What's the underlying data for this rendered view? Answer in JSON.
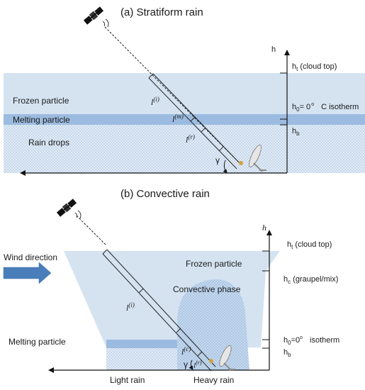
{
  "panel_a": {
    "title": "(a) Stratiform rain",
    "h_axis": "h",
    "ht": "h",
    "ht_sub": "t",
    "ht_desc": " (cloud top)",
    "h0": "h",
    "h0_sub": "0",
    "h0_eq": "= 0",
    "h0_deg": "o",
    "h0_desc": "C isotherm",
    "hb": "h",
    "hb_sub": "b",
    "frozen": "Frozen particle",
    "melting": "Melting particle",
    "rain": "Rain drops",
    "l_i": "l",
    "l_i_sup": "(i)",
    "l_m": "l",
    "l_m_sup": "(m)",
    "l_r": "l",
    "l_r_sup": "(r)",
    "gamma": "γ"
  },
  "panel_b": {
    "title": "(b) Convective rain",
    "h_axis": "h",
    "ht": "h",
    "ht_sub": "t",
    "ht_desc": " (cloud top)",
    "hc": "h",
    "hc_sub": "c",
    "hc_desc": " (graupel/mix)",
    "h0": "h",
    "h0_sub": "0",
    "h0_eq": "=0",
    "h0_deg": "o",
    "h0_desc": "isotherm",
    "hb": "h",
    "hb_sub": "b",
    "wind": "Wind direction",
    "frozen": "Frozen particle",
    "convective": "Convective phase",
    "melting": "Melting particle",
    "light_rain": "Light rain",
    "heavy_rain": "Heavy rain",
    "l_i": "l",
    "l_i_sup": "(i)",
    "l_c": "l",
    "l_c_sup": "(c)",
    "l_r": "l",
    "l_r_sup": "(r)",
    "gamma": "γ"
  },
  "colors": {
    "frozen_layer": "#d5e3f1",
    "melting_layer": "#9cbbe0",
    "rain_dots": "#8eb2d8",
    "convective_core": "#bfd4ea",
    "wind_arrow": "#4a7ebb",
    "axis": "#111111"
  },
  "icons": {
    "satellite": "satellite-icon",
    "ground_station": "ground-antenna-icon",
    "wind": "wind-arrow-icon"
  }
}
